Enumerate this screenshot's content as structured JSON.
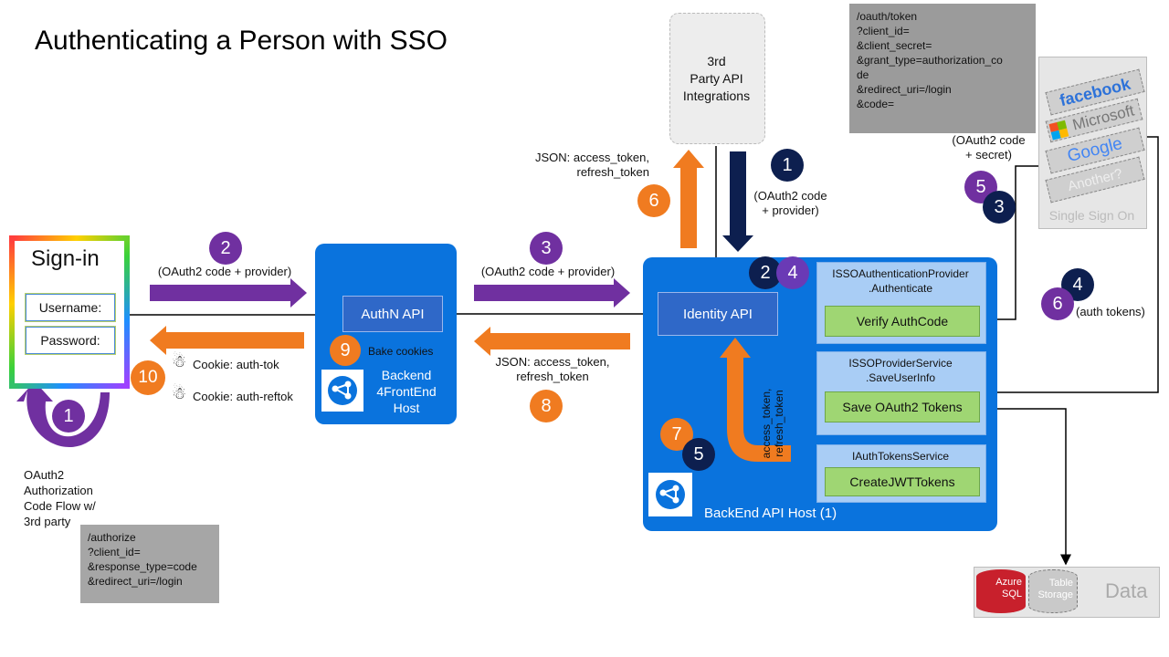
{
  "title": "Authenticating a Person with SSO",
  "signin": {
    "title": "Sign-in",
    "username_label": "Username:",
    "password_label": "Password:",
    "loop_step": "1",
    "loop_caption": [
      "OAuth2",
      "Authorization",
      "Code Flow w/",
      "3rd party"
    ]
  },
  "authorize_note": [
    "/authorize",
    "?client_id=",
    "&response_type=code",
    "&redirect_uri=/login"
  ],
  "token_note": [
    "/oauth/token",
    "?client_id=",
    "&client_secret=",
    "&grant_type=authorization_co",
    "de",
    "&redirect_uri=/login",
    "&code="
  ],
  "frontend": {
    "api_label": "AuthN API",
    "bake_step": "9",
    "bake_label": "Bake cookies",
    "host_label": [
      "Backend",
      "4FrontEnd",
      "Host"
    ]
  },
  "backend": {
    "api_label": "Identity API",
    "host_label": "BackEnd API Host (1)",
    "steps": [
      "2",
      "4",
      "7",
      "5"
    ],
    "auth_provider": [
      "ISSOAuthenticationProvider",
      ".Authenticate"
    ],
    "verify_label": "Verify AuthCode",
    "provider_service": [
      "ISSOProviderService",
      ".SaveUserInfo"
    ],
    "save_label": "Save OAuth2 Tokens",
    "tokens_service": "IAuthTokensService",
    "create_label": "CreateJWTTokens",
    "vertical_label": [
      "access_token,",
      "refresh_token"
    ]
  },
  "third_party": {
    "label": [
      "3rd",
      "Party API",
      "Integrations"
    ],
    "response_label": [
      "JSON: access_token,",
      "refresh_token"
    ],
    "response_step": "6",
    "request_step": "1",
    "request_label": [
      "(OAuth2 code",
      "+ provider)"
    ]
  },
  "flow": {
    "step2": "2",
    "step2_label": "(OAuth2 code + provider)",
    "step3": "3",
    "step3_label": "(OAuth2 code + provider)",
    "step8": "8",
    "step8_label": [
      "JSON: access_token,",
      "refresh_token"
    ],
    "step10": "10",
    "cookie1": "Cookie: auth-tok",
    "cookie2": "Cookie: auth-reftok"
  },
  "sso": {
    "providers": [
      "facebook",
      "Microsoft",
      "Google",
      "Another?"
    ],
    "caption": "Single Sign On",
    "request_label": [
      "(OAuth2 code",
      "+ secret)"
    ],
    "steps": [
      "5",
      "3"
    ],
    "return_steps": [
      "4",
      "6"
    ],
    "return_label": "(auth tokens)"
  },
  "data": {
    "label": "Data",
    "sql_label": [
      "Azure",
      "SQL"
    ],
    "table_label": [
      "Table",
      "Storage"
    ]
  },
  "colors": {
    "purple": "#7030a0",
    "navy": "#0d1f4f",
    "orange": "#f07b20",
    "host_blue": "#0a73dd",
    "api_blue": "#2f68c8",
    "panel": "#a9cdf5",
    "green": "#9fd673"
  }
}
